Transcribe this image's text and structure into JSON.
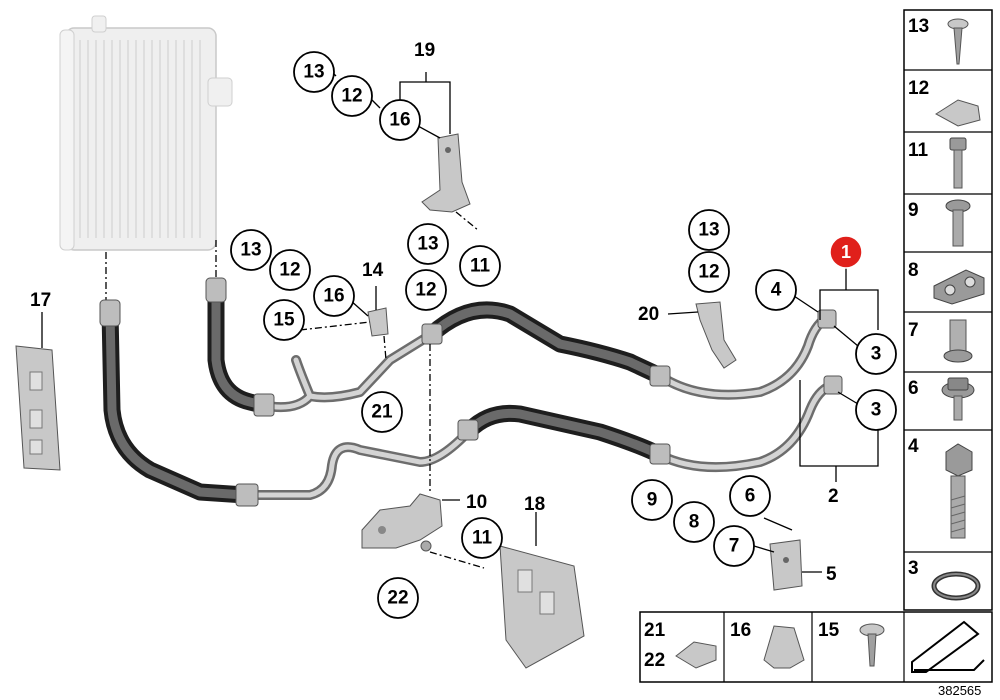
{
  "diagram": {
    "callouts": [
      "13",
      "12",
      "16",
      "19",
      "13",
      "12",
      "16",
      "14",
      "15",
      "13",
      "12",
      "21",
      "11",
      "13",
      "12",
      "20",
      "4",
      "1",
      "3",
      "3",
      "17",
      "10",
      "11",
      "22",
      "18",
      "9",
      "8",
      "6",
      "7",
      "5",
      "2"
    ],
    "legend": [
      {
        "num": "13",
        "part": "screw-icon"
      },
      {
        "num": "12",
        "part": "clip-icon"
      },
      {
        "num": "11",
        "part": "bolt-icon"
      },
      {
        "num": "9",
        "part": "bolt-icon"
      },
      {
        "num": "8",
        "part": "clamp-block-icon"
      },
      {
        "num": "7",
        "part": "sleeve-nut-icon"
      },
      {
        "num": "6",
        "part": "flange-bolt-icon"
      },
      {
        "num": "4",
        "part": "hex-bolt-icon"
      },
      {
        "num": "3",
        "part": "o-ring-icon"
      }
    ],
    "bottom_legend": [
      {
        "num_top": "21",
        "num_bottom": "22",
        "part": "clip-icon"
      },
      {
        "num": "16",
        "part": "clamp-icon"
      },
      {
        "num": "15",
        "part": "screw-icon"
      }
    ],
    "reference_number": "382565",
    "highlight_color": "#e0201b",
    "highlight_callout": "1"
  }
}
